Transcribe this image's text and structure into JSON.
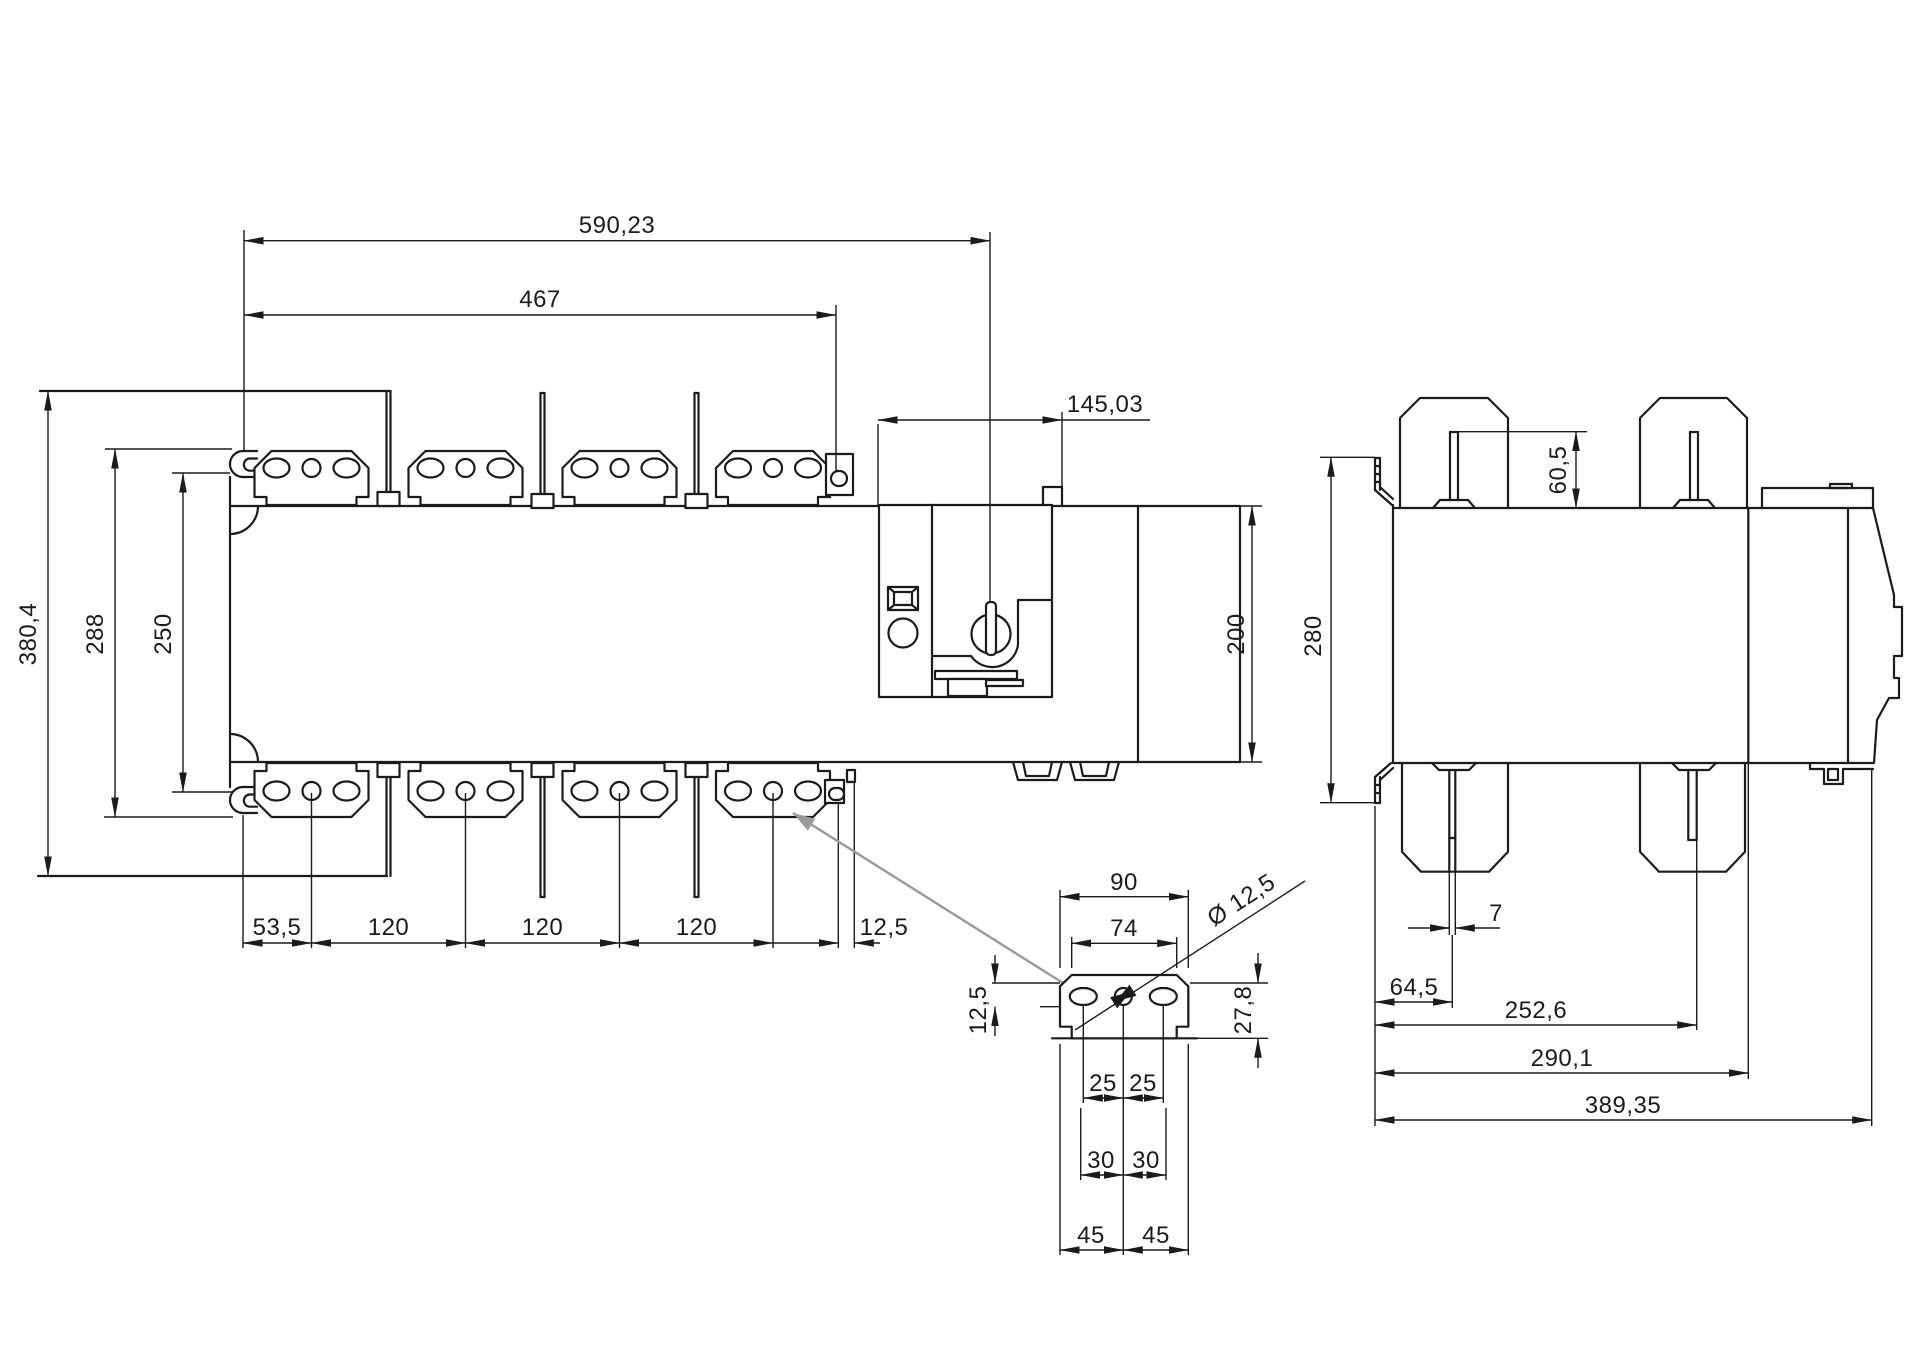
{
  "drawing": {
    "type": "technical-dimension-drawing",
    "background_color": "#ffffff",
    "line_color": "#1b1b1b",
    "leader_color": "#9a9a9a",
    "front_view": {
      "dims": {
        "overall_width": "590,23",
        "inner_width": "467",
        "overall_height": "380,4",
        "height_288": "288",
        "height_250": "250",
        "panel_width": "145,03",
        "body_depth": "200",
        "bottom_chain": [
          "53,5",
          "120",
          "120",
          "120",
          "12,5"
        ]
      }
    },
    "terminal_detail": {
      "dims": {
        "width": "90",
        "inner_width": "74",
        "hole_dia": "Ø 12,5",
        "hole_offset": "12,5",
        "tab_height": "27,8",
        "pitch_25": [
          "25",
          "25"
        ],
        "pitch_30": [
          "30",
          "30"
        ],
        "pitch_45": [
          "45",
          "45"
        ]
      }
    },
    "side_view": {
      "dims": {
        "barrier_height": "60,5",
        "overall_height": "280",
        "slot_width": "7",
        "slot_offset": "64,5",
        "slot2_offset": "252,6",
        "body_depth": "290,1",
        "overall_depth": "389,35"
      }
    }
  }
}
